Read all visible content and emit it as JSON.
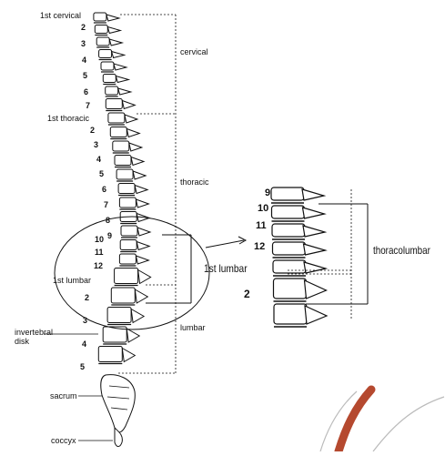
{
  "spine": {
    "cervical_first": "1st cervical",
    "cervical_numbers": [
      "2",
      "3",
      "4",
      "5",
      "6",
      "7"
    ],
    "thoracic_first": "1st thoracic",
    "thoracic_numbers": [
      "2",
      "3",
      "4",
      "5",
      "6",
      "7",
      "8",
      "9",
      "10",
      "11",
      "12"
    ],
    "lumbar_first": "1st lumbar",
    "lumbar_numbers": [
      "2",
      "3",
      "4",
      "5"
    ],
    "disk_label_line1": "invertebral",
    "disk_label_line2": "disk",
    "sacrum": "sacrum",
    "coccyx": "coccyx"
  },
  "regions": {
    "cervical": "cervical",
    "thoracic": "thoracic",
    "lumbar": "lumbar"
  },
  "zoom": {
    "numbers": [
      "9",
      "10",
      "11",
      "12"
    ],
    "lumbar_label": "1st lumbar",
    "lumbar_number": "2",
    "region": "thoracolumbar"
  },
  "colors": {
    "line": "#111111",
    "bone_fill": "#ffffff",
    "accent_curve": "#b5492f"
  }
}
